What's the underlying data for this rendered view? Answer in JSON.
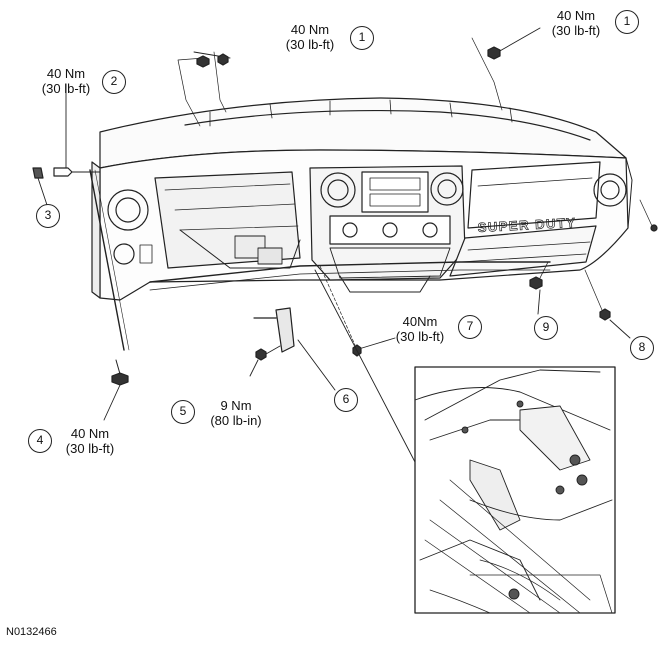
{
  "figure_id": "N0132466",
  "brand_text": "SUPER DUTY",
  "callouts": [
    {
      "number": "1",
      "torque": [
        "40 Nm",
        "(30 lb-ft)"
      ]
    },
    {
      "number": "1",
      "torque": [
        "40 Nm",
        "(30 lb-ft)"
      ]
    },
    {
      "number": "2",
      "torque": [
        "40 Nm",
        "(30 lb-ft)"
      ]
    },
    {
      "number": "3"
    },
    {
      "number": "4",
      "torque": [
        "40 Nm",
        "(30 lb-ft)"
      ]
    },
    {
      "number": "5",
      "torque": [
        "9 Nm",
        "(80 lb-in)"
      ]
    },
    {
      "number": "6"
    },
    {
      "number": "7",
      "torque": [
        "40Nm",
        "(30 lb-ft)"
      ]
    },
    {
      "number": "8"
    },
    {
      "number": "9"
    }
  ]
}
